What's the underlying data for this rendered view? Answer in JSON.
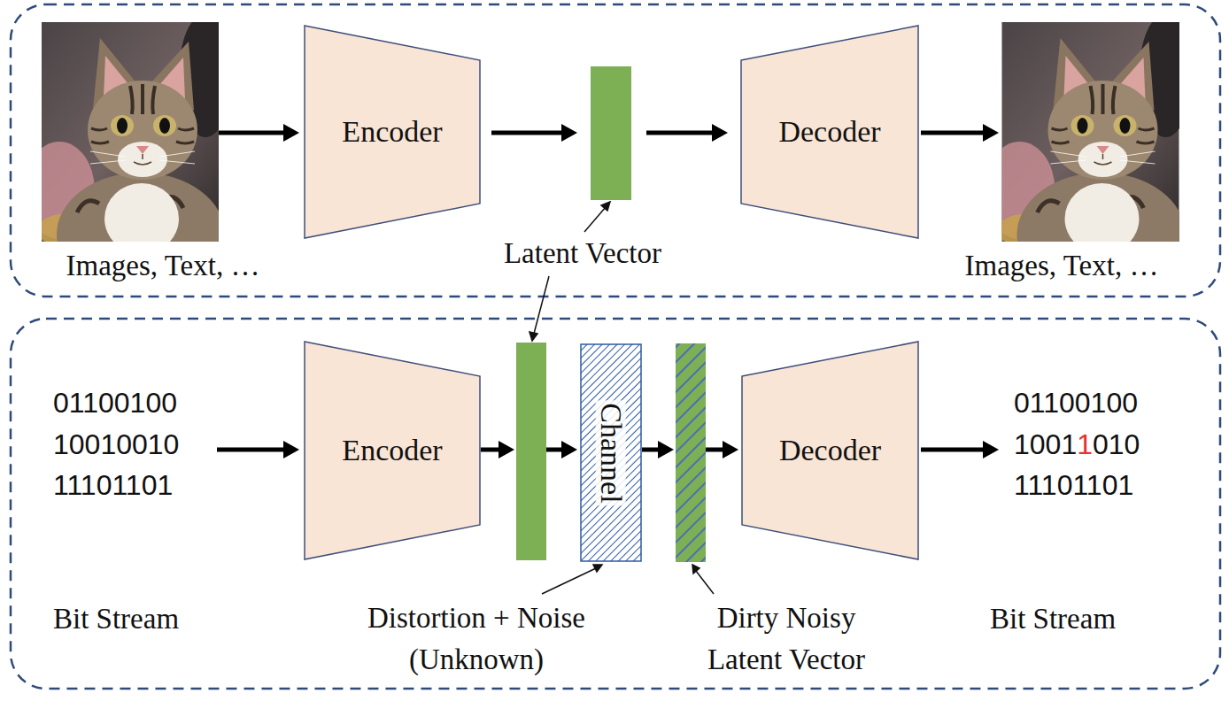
{
  "diagram": {
    "nodes": [
      {
        "text": [
          "Encoder"
        ]
      },
      {
        "text": [
          "Decoder"
        ]
      },
      {
        "text": [
          "Encoder"
        ]
      },
      {
        "text": [
          "Channel"
        ]
      },
      {
        "text": [
          "Decoder"
        ]
      }
    ],
    "labels": [
      "Images, Text, …",
      "Latent Vector",
      "Images, Text, …",
      "01100100",
      "10010010",
      "11101101",
      "01100100",
      "1001",
      "1",
      "010",
      "11101101",
      "Bit Stream",
      "Distortion + Noise (Unknown)",
      "Dirty Noisy Latent Vector",
      "Bit Stream"
    ]
  }
}
